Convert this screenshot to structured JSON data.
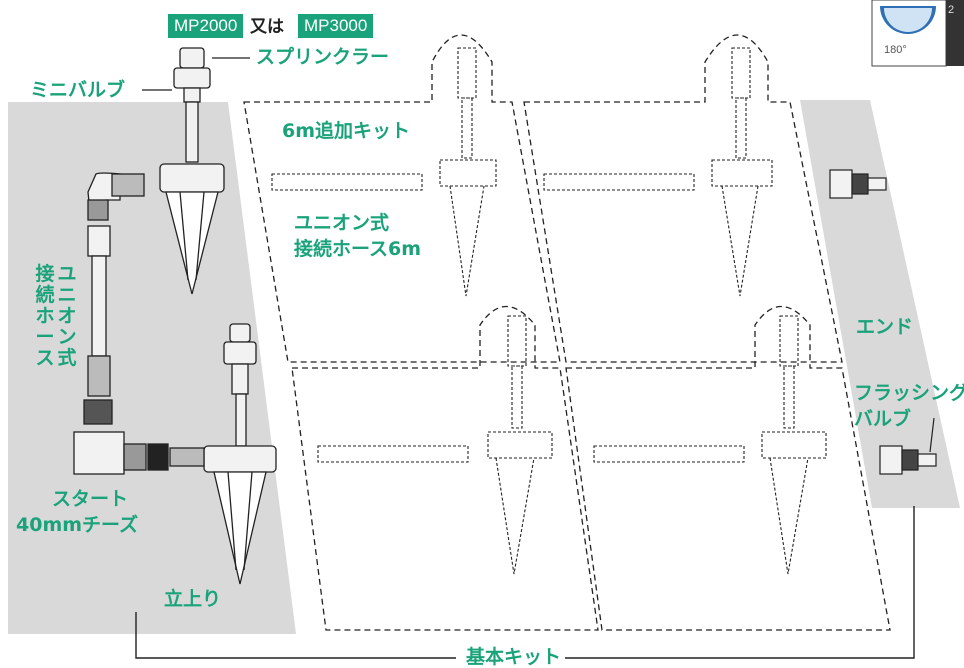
{
  "labels": {
    "mp2000": "MP2000",
    "or": "又は",
    "mp3000": "MP3000",
    "sprinkler": "スプリンクラー",
    "mini_valve": "ミニバルブ",
    "kit_6m": "6m追加キット",
    "union_hose_line1": "ユニオン式",
    "union_hose_line2": "接続ホース6m",
    "union_hose_vertical_col1": "ユニオン式",
    "union_hose_vertical_col2": "接続ホース",
    "end": "エンド",
    "flushing_line1": "フラッシング",
    "flushing_line2": "バルブ",
    "start_line1": "スタート",
    "start_line2": "40mmチーズ",
    "riser": "立上り",
    "basic_kit": "基本キット"
  },
  "corner": {
    "angle": "180°",
    "page": "2"
  },
  "colors": {
    "accent": "#1aa37a",
    "panel": "#d9d9d9",
    "line": "#222222"
  }
}
